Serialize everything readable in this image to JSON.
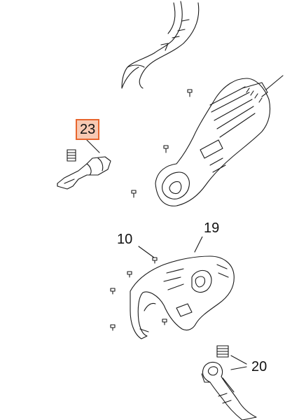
{
  "diagram": {
    "callouts": [
      {
        "id": "c23",
        "label": "23",
        "highlighted": true
      },
      {
        "id": "c10",
        "label": "10",
        "highlighted": false
      },
      {
        "id": "c19",
        "label": "19",
        "highlighted": false
      },
      {
        "id": "c20",
        "label": "20",
        "highlighted": false
      }
    ],
    "colors": {
      "line": "#1a1a1a",
      "highlight_fill": "#f7c9b3",
      "highlight_border": "#e8662e"
    }
  }
}
